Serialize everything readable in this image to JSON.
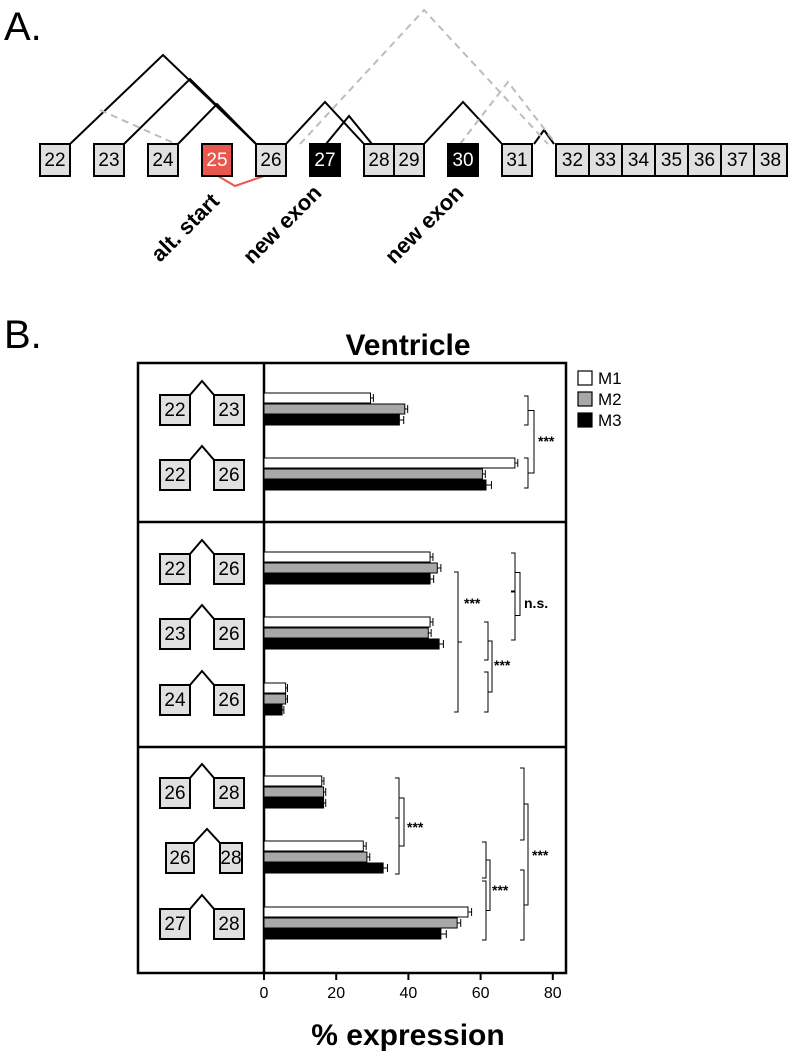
{
  "panel_a": {
    "label": "A.",
    "exons": [
      {
        "id": "22",
        "color": "#e0e0e0",
        "text": "#000"
      },
      {
        "id": "23",
        "color": "#e0e0e0",
        "text": "#000"
      },
      {
        "id": "24",
        "color": "#e0e0e0",
        "text": "#000"
      },
      {
        "id": "25",
        "color": "#e8584f",
        "text": "#fff"
      },
      {
        "id": "26",
        "color": "#e0e0e0",
        "text": "#000"
      },
      {
        "id": "27",
        "color": "#000000",
        "text": "#fff"
      },
      {
        "id": "28",
        "color": "#e0e0e0",
        "text": "#000"
      },
      {
        "id": "29",
        "color": "#e0e0e0",
        "text": "#000"
      },
      {
        "id": "30",
        "color": "#000000",
        "text": "#fff"
      },
      {
        "id": "31",
        "color": "#e0e0e0",
        "text": "#000"
      },
      {
        "id": "32",
        "color": "#e0e0e0",
        "text": "#000"
      },
      {
        "id": "33",
        "color": "#e0e0e0",
        "text": "#000"
      },
      {
        "id": "34",
        "color": "#e0e0e0",
        "text": "#000"
      },
      {
        "id": "35",
        "color": "#e0e0e0",
        "text": "#000"
      },
      {
        "id": "36",
        "color": "#e0e0e0",
        "text": "#000"
      },
      {
        "id": "37",
        "color": "#e0e0e0",
        "text": "#000"
      },
      {
        "id": "38",
        "color": "#e0e0e0",
        "text": "#000"
      }
    ],
    "annotations": [
      "alt. start",
      "new exon",
      "new exon"
    ]
  },
  "panel_b": {
    "label": "B."
  },
  "chart_data": {
    "type": "bar",
    "orientation": "horizontal",
    "title": "Ventricle",
    "xlabel": "% expression",
    "ylabel": "",
    "xlim": [
      0,
      80
    ],
    "xticks": [
      "0",
      "20",
      "40",
      "60",
      "80"
    ],
    "legend": {
      "placement": "top-right",
      "entries": [
        "M1",
        "M2",
        "M3"
      ]
    },
    "series_colors": [
      "#ffffff",
      "#a8a8a8",
      "#000000"
    ],
    "groups": [
      {
        "junctions": [
          {
            "left": "22",
            "right": "23",
            "values": [
              29.5,
              39,
              37.5
            ],
            "errors": [
              0.8,
              0.8,
              1.2
            ]
          },
          {
            "left": "22",
            "right": "26",
            "values": [
              69.5,
              60.5,
              61.5
            ],
            "errors": [
              0.8,
              0.8,
              1.5
            ]
          }
        ],
        "comparisons": [
          {
            "label": "***"
          }
        ]
      },
      {
        "junctions": [
          {
            "left": "22",
            "right": "26",
            "values": [
              46,
              48,
              46
            ],
            "errors": [
              0.8,
              1.0,
              1.0
            ]
          },
          {
            "left": "23",
            "right": "26",
            "values": [
              46,
              45.5,
              48.5
            ],
            "errors": [
              0.8,
              0.8,
              1.2
            ]
          },
          {
            "left": "24",
            "right": "26",
            "values": [
              6,
              6,
              5
            ],
            "errors": [
              0.5,
              0.5,
              0.5
            ]
          }
        ],
        "comparisons": [
          {
            "label": "***"
          },
          {
            "label": "n.s."
          },
          {
            "label": "***"
          }
        ]
      },
      {
        "junctions": [
          {
            "left": "26",
            "right": "28",
            "values": [
              16,
              16.5,
              16.5
            ],
            "errors": [
              0.6,
              0.6,
              0.6
            ]
          },
          {
            "left": "26",
            "right": "28",
            "values": [
              27.5,
              28.5,
              33
            ],
            "errors": [
              0.8,
              0.8,
              1.2
            ]
          },
          {
            "left": "27",
            "right": "28",
            "values": [
              56.5,
              53.5,
              49
            ],
            "errors": [
              1.0,
              1.0,
              1.5
            ]
          }
        ],
        "comparisons": [
          {
            "label": "***"
          },
          {
            "label": "***"
          },
          {
            "label": "***"
          }
        ]
      }
    ]
  }
}
